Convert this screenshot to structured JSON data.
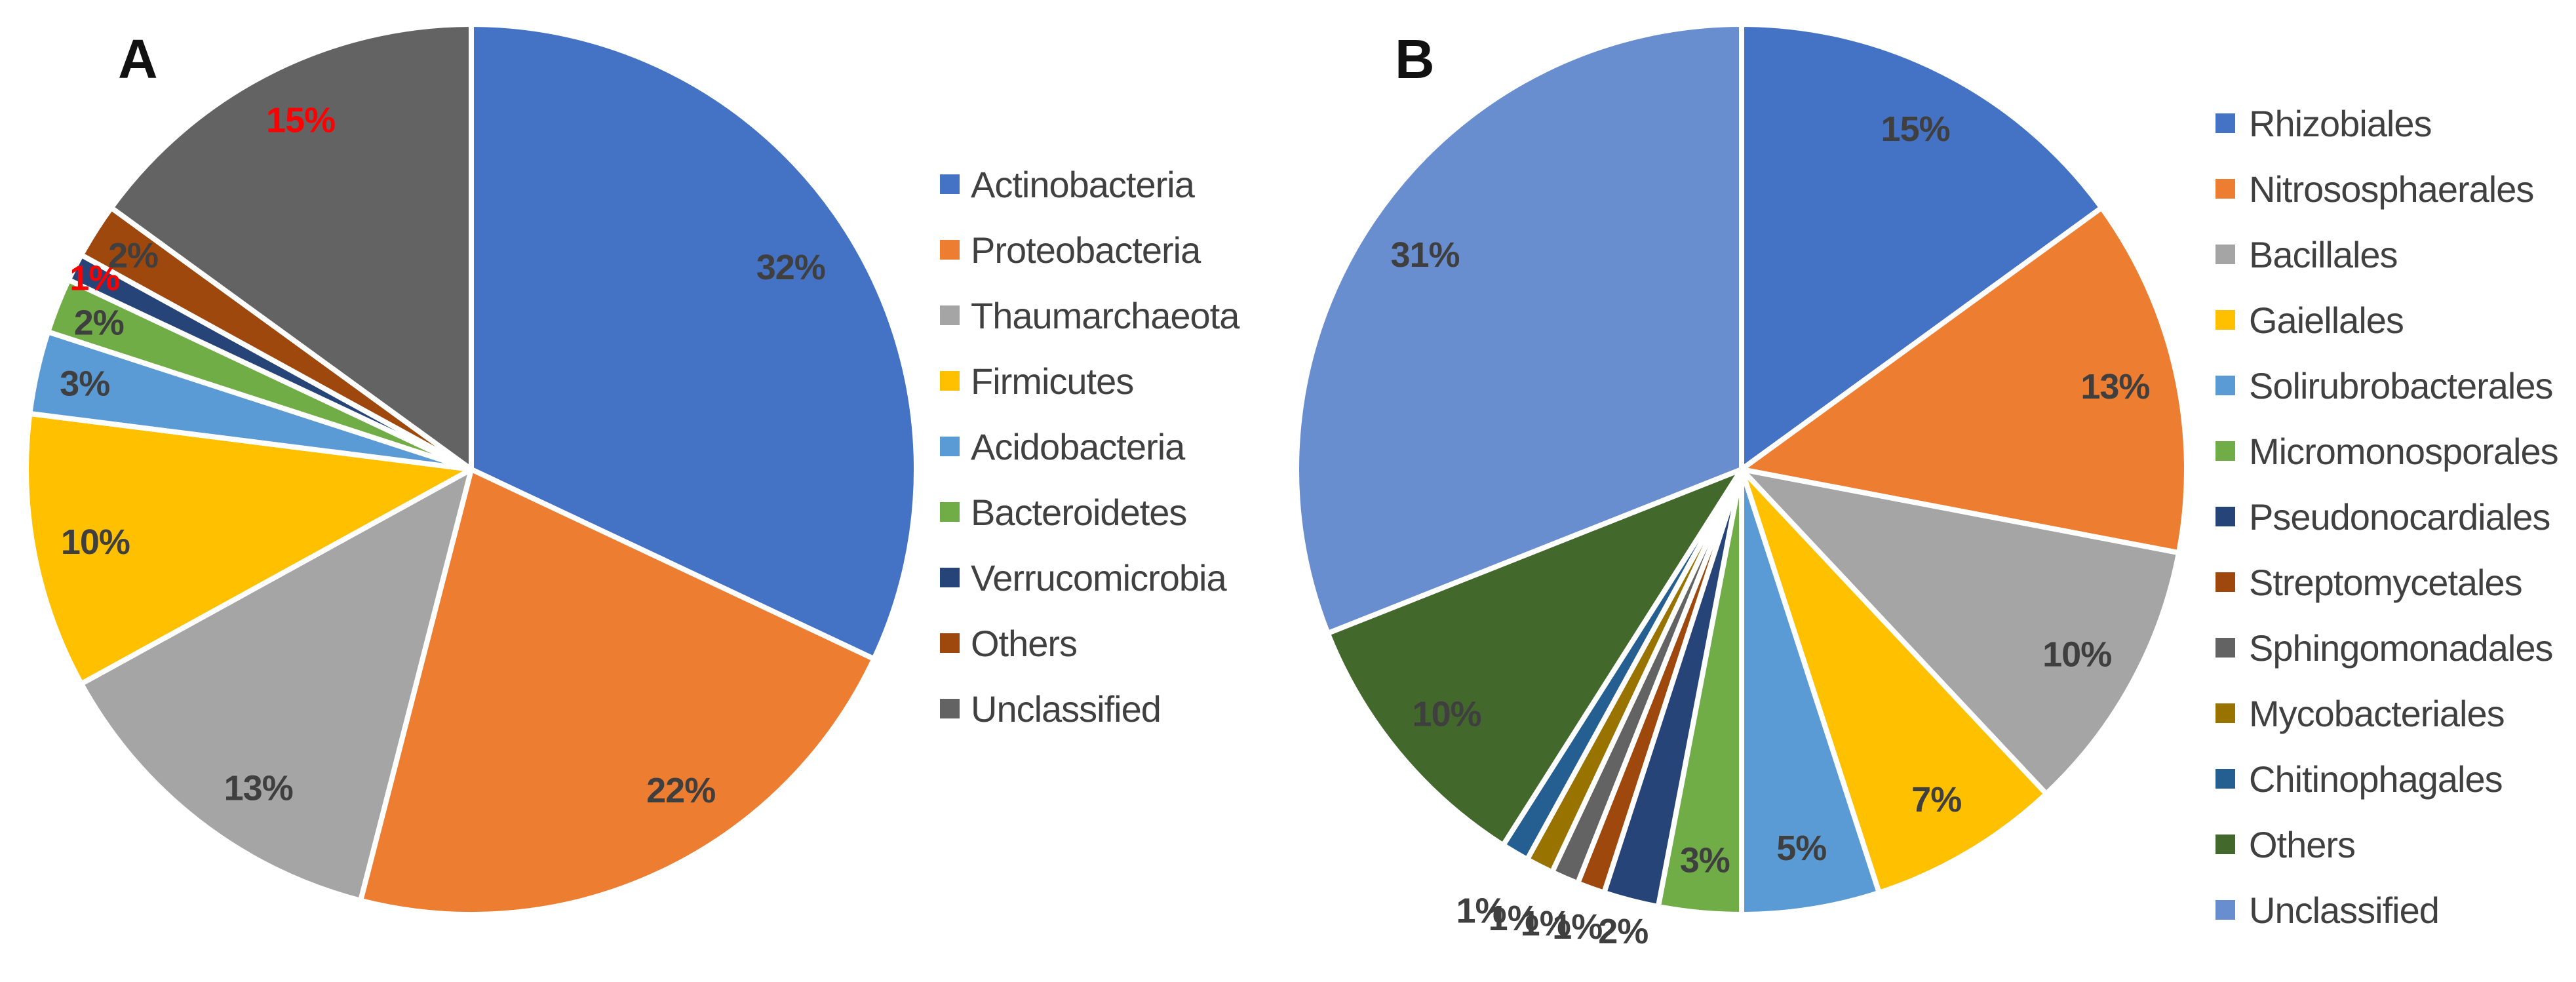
{
  "figure": {
    "background": "#FFFFFF",
    "text_colors": {
      "panel_title": "#111111",
      "legend_text": "#404040",
      "data_label_default": "#3F3F3F",
      "data_label_highlight": "#FF0000"
    }
  },
  "chart_data": [
    {
      "id": "A",
      "type": "pie",
      "title": "A",
      "legend_position": "right",
      "start_angle_deg": 0,
      "direction": "clockwise",
      "data_labels": "percent",
      "slices": [
        {
          "label": "Actinobacteria",
          "value": 32,
          "data_label": "32%",
          "color": "#4472C4",
          "label_color": "#3F3F3F"
        },
        {
          "label": "Proteobacteria",
          "value": 22,
          "data_label": "22%",
          "color": "#ED7D31",
          "label_color": "#3F3F3F"
        },
        {
          "label": "Thaumarchaeota",
          "value": 13,
          "data_label": "13%",
          "color": "#A5A5A5",
          "label_color": "#3F3F3F"
        },
        {
          "label": "Firmicutes",
          "value": 10,
          "data_label": "10%",
          "color": "#FFC000",
          "label_color": "#3F3F3F"
        },
        {
          "label": "Acidobacteria",
          "value": 3,
          "data_label": "3%",
          "color": "#5B9BD5",
          "label_color": "#3F3F3F"
        },
        {
          "label": "Bacteroidetes",
          "value": 2,
          "data_label": "2%",
          "color": "#70AD47",
          "label_color": "#3F3F3F"
        },
        {
          "label": "Verrucomicrobia",
          "value": 1,
          "data_label": "1%",
          "color": "#264478",
          "label_color": "#FF0000"
        },
        {
          "label": "Others",
          "value": 2,
          "data_label": "2%",
          "color": "#9E480E",
          "label_color": "#3F3F3F"
        },
        {
          "label": "Unclassified",
          "value": 15,
          "data_label": "15%",
          "color": "#636363",
          "label_color": "#FF0000"
        }
      ]
    },
    {
      "id": "B",
      "type": "pie",
      "title": "B",
      "legend_position": "right",
      "start_angle_deg": 0,
      "direction": "clockwise",
      "data_labels": "percent",
      "slices": [
        {
          "label": "Rhizobiales",
          "value": 15,
          "data_label": "15%",
          "color": "#4472C4",
          "label_color": "#3F3F3F"
        },
        {
          "label": "Nitrososphaerales",
          "value": 13,
          "data_label": "13%",
          "color": "#ED7D31",
          "label_color": "#3F3F3F"
        },
        {
          "label": "Bacillales",
          "value": 10,
          "data_label": "10%",
          "color": "#A5A5A5",
          "label_color": "#3F3F3F"
        },
        {
          "label": "Gaiellales",
          "value": 7,
          "data_label": "7%",
          "color": "#FFC000",
          "label_color": "#3F3F3F"
        },
        {
          "label": "Solirubrobacterales",
          "value": 5,
          "data_label": "5%",
          "color": "#5B9BD5",
          "label_color": "#3F3F3F"
        },
        {
          "label": "Micromonosporales",
          "value": 3,
          "data_label": "3%",
          "color": "#70AD47",
          "label_color": "#3F3F3F"
        },
        {
          "label": "Pseudonocardiales",
          "value": 2,
          "data_label": "2%",
          "color": "#264478",
          "label_color": "#3F3F3F"
        },
        {
          "label": "Streptomycetales",
          "value": 1,
          "data_label": "1%",
          "color": "#9E480E",
          "label_color": "#3F3F3F"
        },
        {
          "label": "Sphingomonadales",
          "value": 1,
          "data_label": "1%",
          "color": "#636363",
          "label_color": "#3F3F3F"
        },
        {
          "label": "Mycobacteriales",
          "value": 1,
          "data_label": "1%",
          "color": "#997300",
          "label_color": "#3F3F3F"
        },
        {
          "label": "Chitinophagales",
          "value": 1,
          "data_label": "1%",
          "color": "#255E91",
          "label_color": "#3F3F3F"
        },
        {
          "label": "Others",
          "value": 10,
          "data_label": "10%",
          "color": "#43682B",
          "label_color": "#3F3F3F"
        },
        {
          "label": "Unclassified",
          "value": 31,
          "data_label": "31%",
          "color": "#698ED0",
          "label_color": "#3F3F3F"
        }
      ]
    }
  ]
}
